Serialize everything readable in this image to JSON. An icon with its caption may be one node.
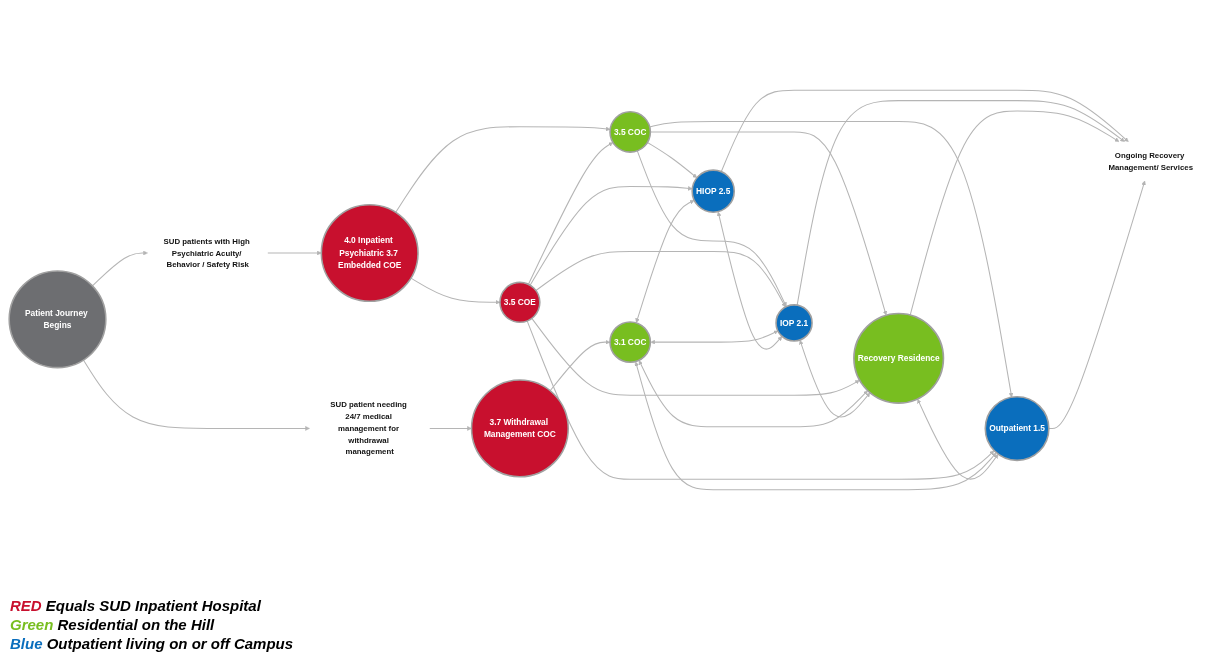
{
  "diagram": {
    "nodes": [
      {
        "text": [
          "Patient Journey Begins"
        ]
      },
      {
        "text": [
          "SUD patients with High Psychiatric Acuity/ Behavior / Safety Risk"
        ]
      },
      {
        "text": [
          "SUD patient needing 24/7 medical management for withdrawal management"
        ]
      },
      {
        "text": [
          "4.0 Inpatient Psychiatric 3.7 Embedded COE"
        ]
      },
      {
        "text": [
          "3.7 Withdrawal Management COC"
        ]
      },
      {
        "text": [
          "3.5 COE"
        ]
      },
      {
        "text": [
          "3.5 COC"
        ]
      },
      {
        "text": [
          "3.1 COC"
        ]
      },
      {
        "text": [
          "HIOP 2.5"
        ]
      },
      {
        "text": [
          "IOP 2.1"
        ]
      },
      {
        "text": [
          "Recovery Residence"
        ]
      },
      {
        "text": [
          "Outpatient 1.5"
        ]
      },
      {
        "text": [
          "Ongoing Recovery Management/ Services"
        ]
      }
    ],
    "edges": [
      {
        "from": 0,
        "to": 1,
        "arrow": "to"
      },
      {
        "from": 0,
        "to": 2,
        "arrow": "to"
      },
      {
        "from": 1,
        "to": 3,
        "arrow": "to"
      },
      {
        "from": 2,
        "to": 4,
        "arrow": "to"
      },
      {
        "from": 3,
        "to": 5,
        "arrow": "to"
      },
      {
        "from": 3,
        "to": 6,
        "arrow": "to"
      },
      {
        "from": 5,
        "to": 6,
        "arrow": "to"
      },
      {
        "from": 4,
        "to": 7,
        "arrow": "to"
      },
      {
        "from": 6,
        "to": 8,
        "arrow": "to"
      },
      {
        "from": 6,
        "to": 9,
        "arrow": "to"
      },
      {
        "from": 6,
        "to": 10,
        "arrow": "to"
      },
      {
        "from": 6,
        "to": 11,
        "arrow": "to"
      },
      {
        "from": 5,
        "to": 8,
        "arrow": "to"
      },
      {
        "from": 5,
        "to": 9,
        "arrow": "to"
      },
      {
        "from": 5,
        "to": 10,
        "arrow": "to"
      },
      {
        "from": 5,
        "to": 11,
        "arrow": "to"
      },
      {
        "from": 7,
        "to": 8,
        "arrow": "both"
      },
      {
        "from": 7,
        "to": 9,
        "arrow": "both"
      },
      {
        "from": 7,
        "to": 10,
        "arrow": "both"
      },
      {
        "from": 7,
        "to": 11,
        "arrow": "both"
      },
      {
        "from": 8,
        "to": 9,
        "arrow": "both"
      },
      {
        "from": 9,
        "to": 10,
        "arrow": "both"
      },
      {
        "from": 10,
        "to": 11,
        "arrow": "both"
      },
      {
        "from": 8,
        "to": 12,
        "arrow": "to"
      },
      {
        "from": 9,
        "to": 12,
        "arrow": "to"
      },
      {
        "from": 10,
        "to": 12,
        "arrow": "to"
      },
      {
        "from": 11,
        "to": 12,
        "arrow": "to"
      }
    ],
    "legend": [
      {
        "text": "RED Equals SUD Inpatient Hospital",
        "color": "#c8102e"
      },
      {
        "text": "Green Residential on the Hill",
        "color": "#78be20"
      },
      {
        "text": "Blue Outpatient living on or off Campus",
        "color": "#0a6ebd"
      }
    ]
  }
}
